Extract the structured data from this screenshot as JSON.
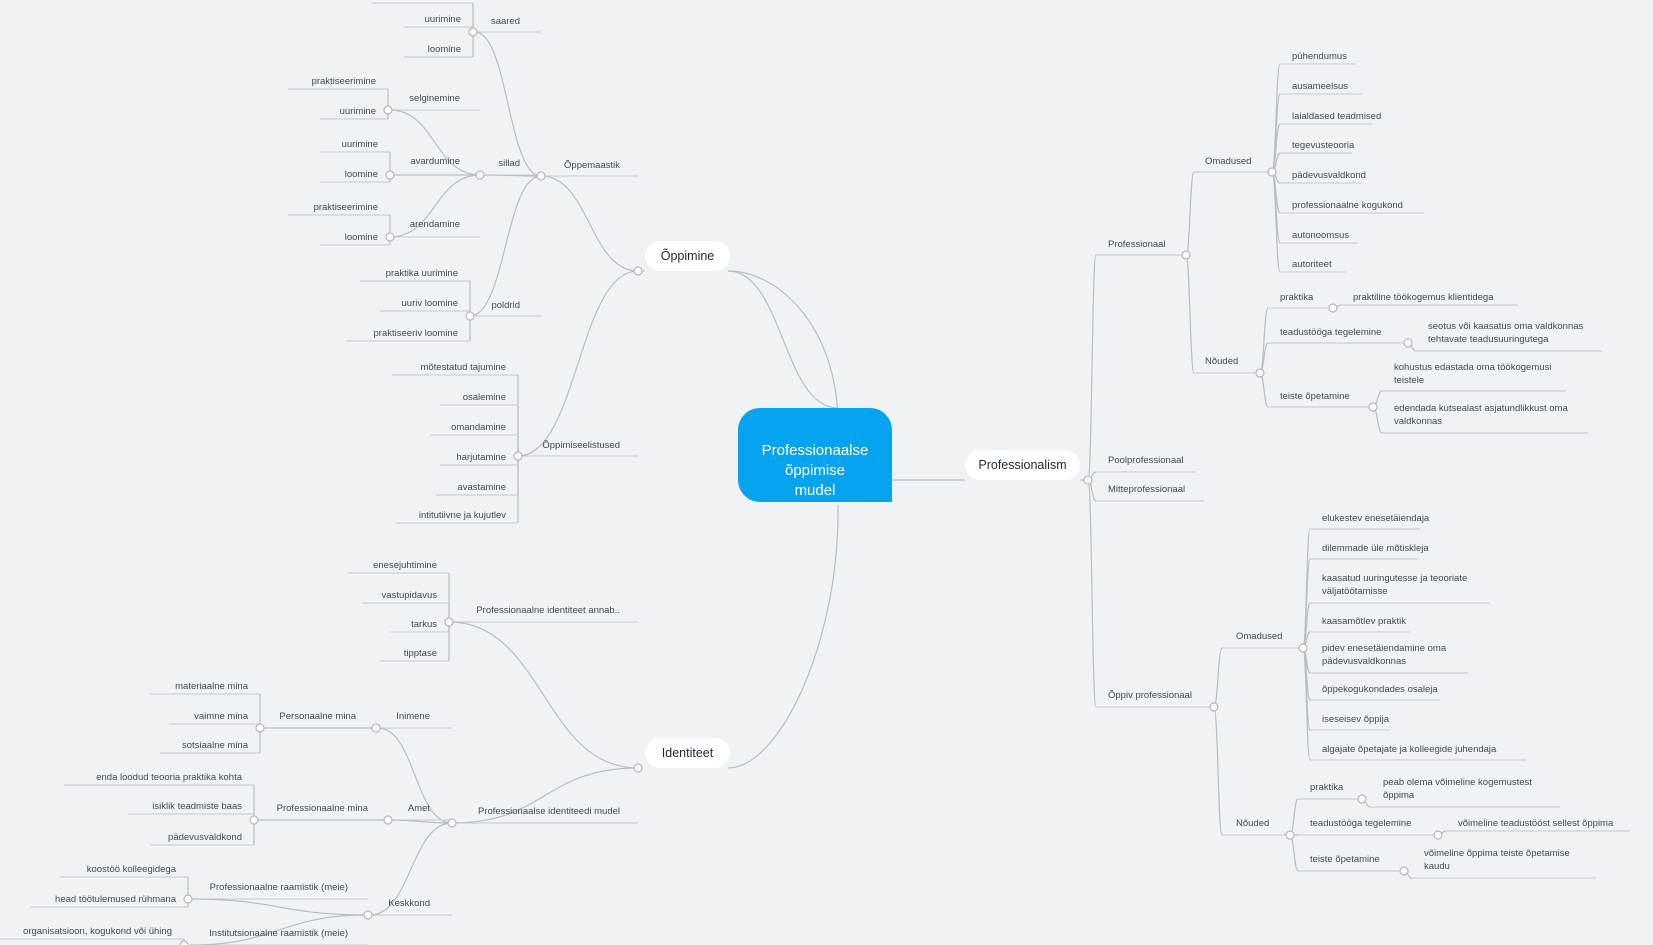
{
  "central": {
    "lines": [
      "Professionaalse",
      "õppimise",
      "mudel"
    ]
  },
  "colors": {
    "central": "#06a4ef",
    "line": "#b9bec2",
    "background": "#eff3f6"
  },
  "main_topics": {
    "oppimine": "Õppimine",
    "identiteet": "Identiteet",
    "professionalism": "Professionalism"
  },
  "oppimine": {
    "oppemaastik": "Õppemaastik",
    "saared": {
      "label": "saared",
      "children": [
        "uurimine",
        "loomine"
      ]
    },
    "sillad": {
      "label": "sillad"
    },
    "selginemine": {
      "label": "selginemine",
      "children": [
        "praktiseerimine",
        "uurimine"
      ]
    },
    "avardumine": {
      "label": "avardumine",
      "children": [
        "uurimine",
        "loomine"
      ]
    },
    "arendamine": {
      "label": "arendamine",
      "children": [
        "praktiseerimine",
        "loomine"
      ]
    },
    "poldrid": {
      "label": "poldrid",
      "children": [
        "praktika uurimine",
        "uuriv loomine",
        "praktiseeriv loomine"
      ]
    },
    "eeldused": {
      "label": "Õppimiseelistused",
      "children": [
        "mõtestatud tajumine",
        "osalemine",
        "omandamine",
        "harjutamine",
        "avastamine",
        "intitutiivne ja kujutlev"
      ]
    }
  },
  "identiteet": {
    "annab": {
      "label": "Professionaalne identiteet annab..",
      "children": [
        "enesejuhtimine",
        "vastupidavus",
        "tarkus",
        "tipptase"
      ]
    },
    "mudel": "Professionaalse identiteedi mudel",
    "inimene": "Inimene",
    "personaalne": {
      "label": "Personaalne mina",
      "children": [
        "materiaalne mina",
        "vaimne mina",
        "sotsiaalne mina"
      ]
    },
    "amet": "Amet",
    "professionaalne_mina": {
      "label": "Professionaalne mina",
      "children": [
        "enda loodud teooria praktika kohta",
        "isiklik teadmiste baas",
        "pädevusvaldkond"
      ]
    },
    "keskkond": "Keskkond",
    "prof_raamistik": {
      "label": "Professionaalne raamistik (meie)",
      "children": [
        "koostöö kolleegidega",
        "head töötulemused rühmana"
      ]
    },
    "inst_raamistik": {
      "label": "Institutsionaalne raamistik (meie)",
      "children": [
        "organisatsioon, kogukond või ühing"
      ]
    }
  },
  "professionalism": {
    "professionaal": "Professionaal",
    "omadused1": {
      "label": "Omadused",
      "children": [
        "pühendumus",
        "ausameelsus",
        "laialdased teadmised",
        "tegevusteooria",
        "pädevusvaldkond",
        "professionaalne kogukond",
        "autonoomsus",
        "autoriteet"
      ]
    },
    "nouded1": "Nõuded",
    "praktika1": {
      "label": "praktika",
      "child": "praktiline töökogemus klientidega"
    },
    "teadus1": {
      "label": "teadustööga tegelemine",
      "child": [
        "seotus või kaasatus oma valdkonnas",
        "tehtavate teadusuuringutega"
      ]
    },
    "teiste1": {
      "label": "teiste õpetamine",
      "children": [
        [
          "kohustus edastada oma töökogemusi",
          "teistele"
        ],
        [
          "edendada kutsealast asjatundlikkust oma",
          "valdkonnas"
        ]
      ]
    },
    "poolprof": "Poolprofessionaal",
    "mitteprof": "Mitteprofessionaal",
    "oppiv": "Õppiv professionaal",
    "omadused2": {
      "label": "Omadused",
      "children": [
        [
          "elukestev enesetäiendaja"
        ],
        [
          "dilemmade üle mõtiskleja"
        ],
        [
          "kaasatud uuringutesse ja teooriate",
          "väljatöötamisse"
        ],
        [
          "kaasamõtlev praktik"
        ],
        [
          "pidev enesetäiendamine oma",
          "pädevusvaldkonnas"
        ],
        [
          "õppekogukondades osaleja"
        ],
        [
          "iseseisev õppija"
        ],
        [
          "algajate õpetajate ja kolleegide juhendaja"
        ]
      ]
    },
    "nouded2": "Nõuded",
    "praktika2": {
      "label": "praktika",
      "child": [
        "peab olema võimeline kogemustest",
        "õppima"
      ]
    },
    "teadus2": {
      "label": "teadustööga tegelemine",
      "child": "võimeline teadustööst sellest õppima"
    },
    "teiste2": {
      "label": "teiste õpetamine",
      "child": [
        "võimeline õppima teiste õpetamise",
        "kaudu"
      ]
    }
  }
}
